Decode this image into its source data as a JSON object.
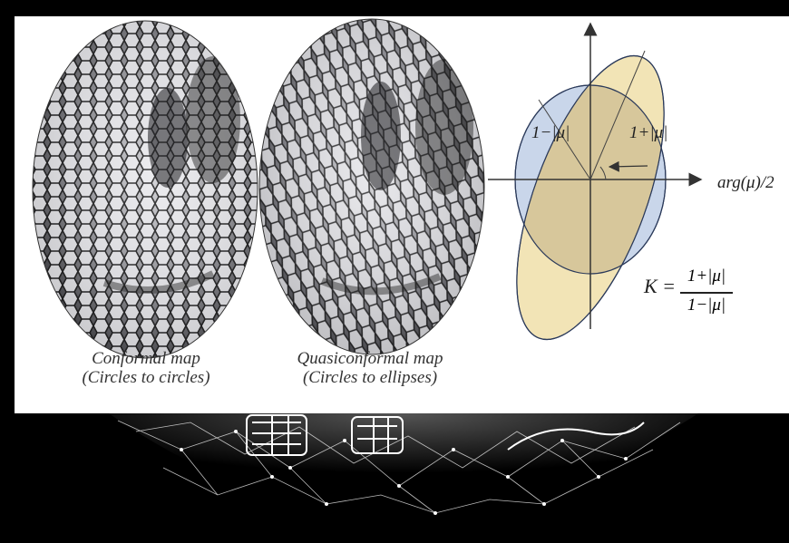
{
  "left_figure": {
    "caption_line1": "Conformal map",
    "caption_line2": "(Circles to circles)"
  },
  "right_figure": {
    "caption_line1": "Quasiconformal map",
    "caption_line2": "(Circles to ellipses)"
  },
  "diagram": {
    "label_one_minus": "1−|μ|",
    "label_one_plus": "1+|μ|",
    "label_arg": "arg(μ)/2",
    "k_symbol": "K =",
    "k_numerator": "1+|μ|",
    "k_denominator": "1−|μ|"
  },
  "colors": {
    "circle_fill": "#c9d6ea",
    "ellipse_fill": "#f2e3b3",
    "overlap_fill": "#d7c79b",
    "outline": "#2b3a5a"
  }
}
